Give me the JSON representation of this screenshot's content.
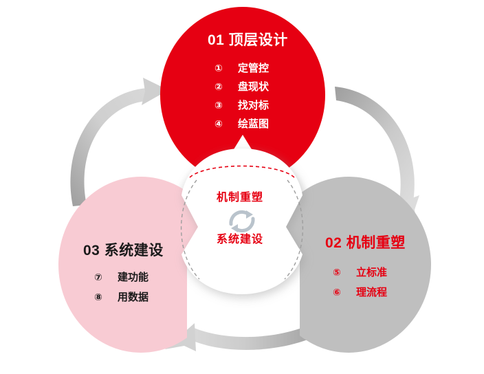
{
  "diagram": {
    "colors": {
      "red": "#E60012",
      "gray": "#BFBFBF",
      "pink": "#F8CBD3",
      "white": "#FFFFFF",
      "dark": "#1A1A1A",
      "arrow_gray": "#B3B3B3"
    },
    "hub": {
      "top_label": "机制重塑",
      "bottom_label": "系统建设",
      "icon": "refresh-cycle-icon"
    },
    "nodes": [
      {
        "id": "01",
        "number": "01",
        "title": "顶层设计",
        "title_full": "01 顶层设计",
        "fill": "#E60012",
        "text_color": "#FFFFFF",
        "items": [
          {
            "marker": "①",
            "label": "定管控"
          },
          {
            "marker": "②",
            "label": "盘现状"
          },
          {
            "marker": "③",
            "label": "找对标"
          },
          {
            "marker": "④",
            "label": "绘蓝图"
          }
        ]
      },
      {
        "id": "02",
        "number": "02",
        "title": "机制重塑",
        "title_full": "02 机制重塑",
        "fill": "#BFBFBF",
        "text_color": "#E60012",
        "items": [
          {
            "marker": "⑤",
            "label": "立标准"
          },
          {
            "marker": "⑥",
            "label": "理流程"
          }
        ]
      },
      {
        "id": "03",
        "number": "03",
        "title": "系统建设",
        "title_full": "03 系统建设",
        "fill": "#F8CBD3",
        "text_color": "#1A1A1A",
        "items": [
          {
            "marker": "⑦",
            "label": "建功能"
          },
          {
            "marker": "⑧",
            "label": "用数据"
          }
        ]
      }
    ],
    "arrows": [
      {
        "name": "arrow-03-to-01",
        "from": "03",
        "to": "01"
      },
      {
        "name": "arrow-01-to-02",
        "from": "01",
        "to": "02"
      },
      {
        "name": "arrow-02-to-03",
        "from": "02",
        "to": "03"
      }
    ]
  }
}
